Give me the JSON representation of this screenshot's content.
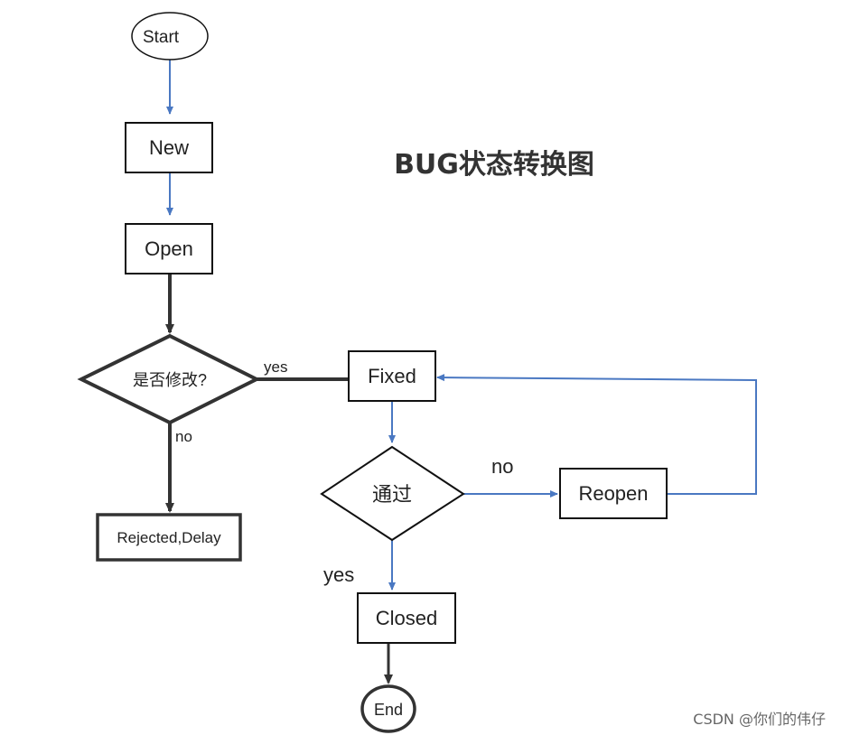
{
  "title": "BUG状态转换图",
  "nodes": {
    "start": "Start",
    "new": "New",
    "open": "Open",
    "decision_modify": "是否修改?",
    "fixed": "Fixed",
    "rejected": "Rejected,Delay",
    "decision_pass": "通过",
    "reopen": "Reopen",
    "closed": "Closed",
    "end": "End"
  },
  "edge_labels": {
    "modify_yes": "yes",
    "modify_no": "no",
    "pass_no": "no",
    "pass_yes": "yes"
  },
  "watermark": "CSDN @你们的伟仔",
  "colors": {
    "flow_blue": "#4a78c2",
    "flow_dark": "#333333",
    "outline": "#111111"
  }
}
